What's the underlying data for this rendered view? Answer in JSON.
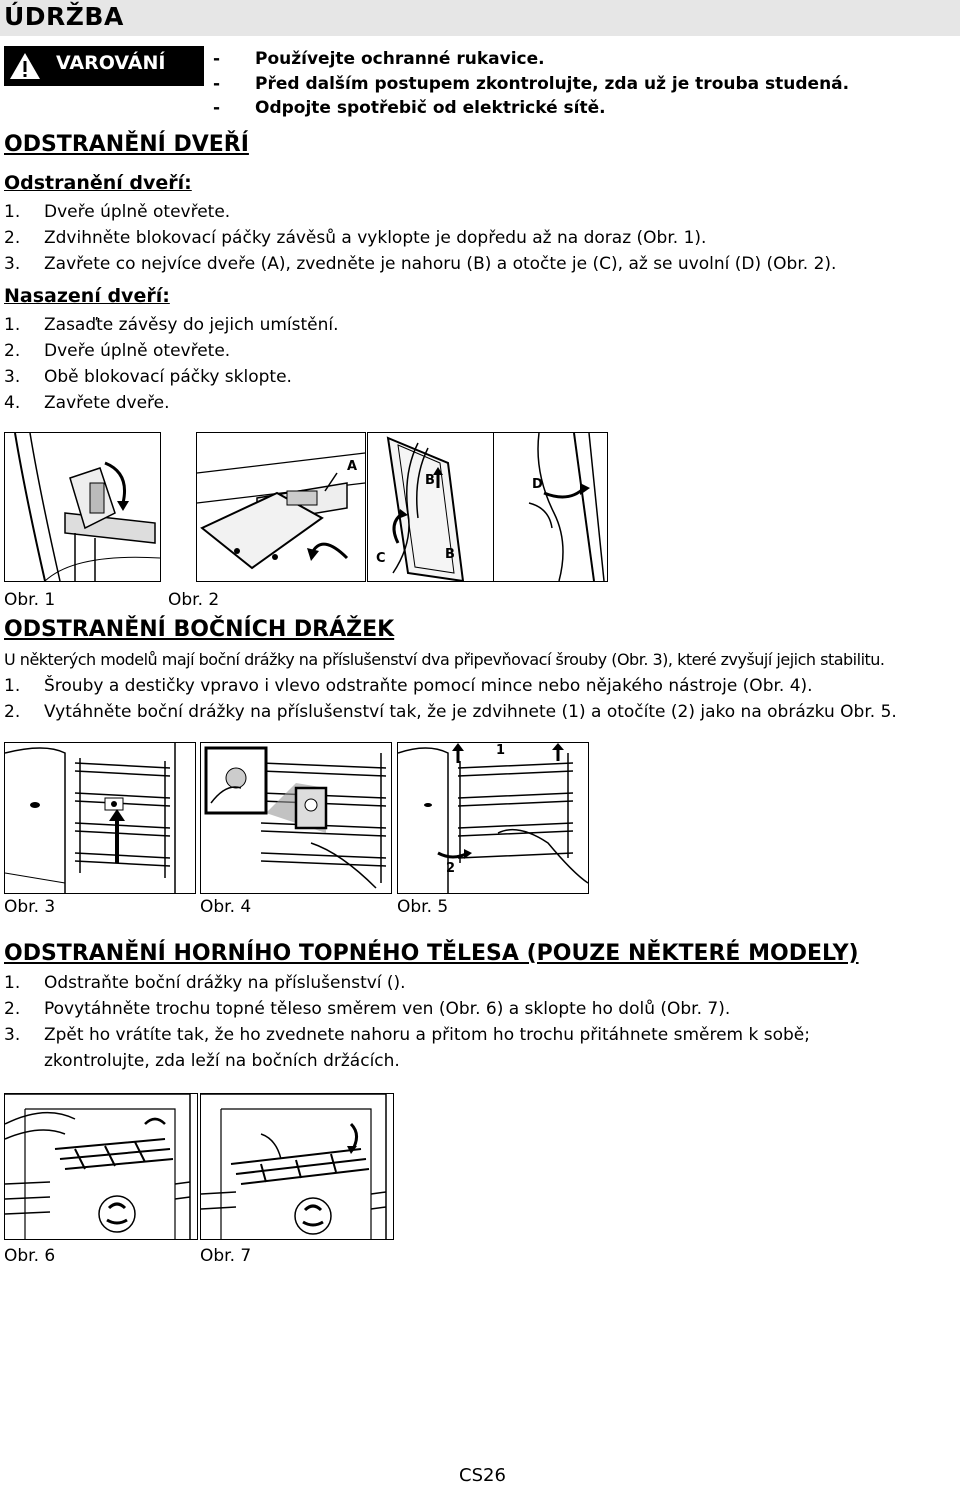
{
  "header": {
    "title": "ÚDRŽBA"
  },
  "warning": {
    "label": "VAROVÁNÍ",
    "items": [
      {
        "dash": "-",
        "text": "Používejte ochranné rukavice."
      },
      {
        "dash": "-",
        "text": "Před dalším postupem zkontrolujte, zda už je trouba studená."
      },
      {
        "dash": "-",
        "text": "Odpojte spotřebič od elektrické sítě."
      }
    ]
  },
  "doors": {
    "title": "ODSTRANĚNÍ DVEŘÍ",
    "removal_title": "Odstranění dveří:",
    "removal_steps": [
      {
        "n": "1.",
        "text": "Dveře úplně otevřete."
      },
      {
        "n": "2.",
        "text": "Zdvihněte blokovací páčky závěsů a vyklopte je dopředu až na doraz (Obr. 1)."
      },
      {
        "n": "3.",
        "text": "Zavřete co nejvíce dveře (A), zvedněte je nahoru (B) a otočte je (C), až se uvolní (D) (Obr. 2)."
      }
    ],
    "install_title": "Nasazení dveří:",
    "install_steps": [
      {
        "n": "1.",
        "text": "Zasaďte závěsy do jejich umístění."
      },
      {
        "n": "2.",
        "text": "Dveře úplně otevřete."
      },
      {
        "n": "3.",
        "text": "Obě blokovací páčky sklopte."
      },
      {
        "n": "4.",
        "text": "Zavřete dveře."
      }
    ],
    "fig2_labels": {
      "a": "A",
      "b": "B",
      "b2": "B",
      "c": "C",
      "d": "D"
    },
    "captions": {
      "fig1": "Obr. 1",
      "fig2": "Obr. 2"
    }
  },
  "side_rails": {
    "title": "ODSTRANĚNÍ BOČNÍCH DRÁŽEK",
    "intro": "U některých modelů mají boční drážky na příslušenství dva připevňovací šrouby (Obr. 3), které zvyšují jejich stabilitu.",
    "steps": [
      {
        "n": "1.",
        "text": "Šrouby a destičky vpravo i vlevo odstraňte pomocí mince nebo nějakého nástroje (Obr. 4)."
      },
      {
        "n": "2.",
        "text": "Vytáhněte boční drážky na příslušenství tak, že je zdvihnete (1) a otočíte (2) jako na obrázku Obr. 5."
      }
    ],
    "fig5_labels": {
      "one": "1",
      "two": "2"
    },
    "captions": {
      "fig3": "Obr. 3",
      "fig4": "Obr. 4",
      "fig5": "Obr. 5"
    }
  },
  "heater": {
    "title": "ODSTRANĚNÍ HORNÍHO TOPNÉHO TĚLESA (POUZE NĚKTERÉ MODELY)",
    "steps": [
      {
        "n": "1.",
        "text": "Odstraňte boční drážky na příslušenství ()."
      },
      {
        "n": "2.",
        "text": "Povytáhněte trochu topné těleso směrem ven (Obr. 6) a sklopte ho dolů (Obr. 7)."
      },
      {
        "n": "3.",
        "text": "Zpět ho vrátíte tak, že ho zvednete nahoru a přitom ho trochu přitáhnete směrem k sobě;"
      }
    ],
    "step3_cont": "zkontrolujte, zda leží na bočních držácích.",
    "captions": {
      "fig6": "Obr. 6",
      "fig7": "Obr. 7"
    }
  },
  "footer": {
    "page": "CS26"
  },
  "icons": [
    "warning-triangle-icon"
  ]
}
